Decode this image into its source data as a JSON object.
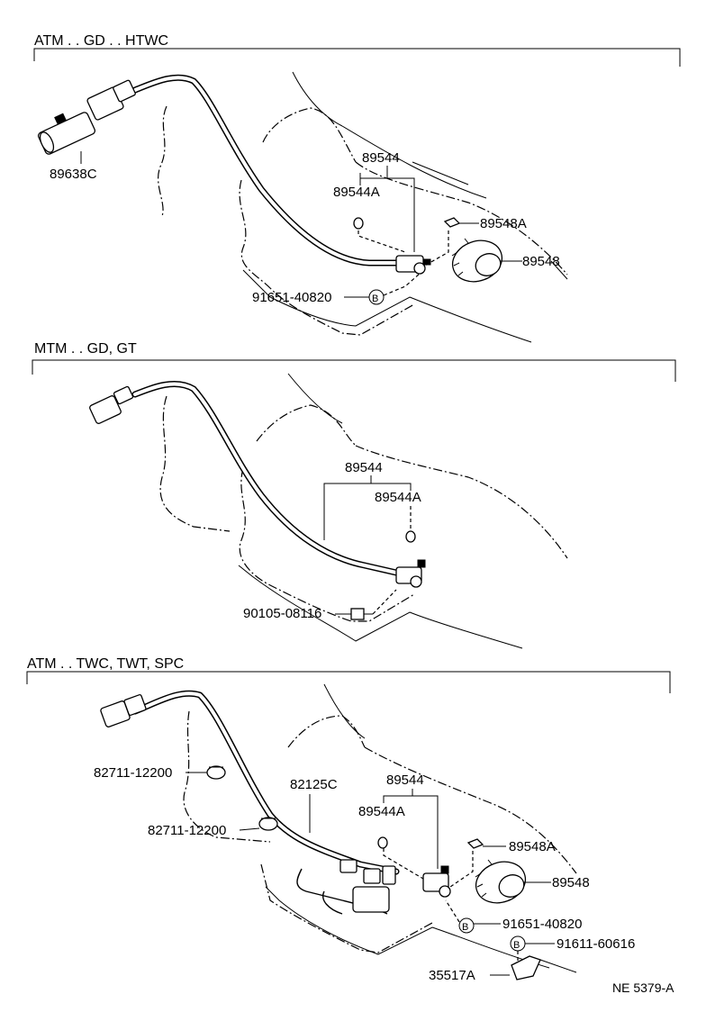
{
  "footer": {
    "code": "NE 5379-A"
  },
  "sections": [
    {
      "title": "ATM . . GD . . HTWC",
      "labels": {
        "connector": "89638C",
        "sensor": "89544",
        "oring": "89544A",
        "clip": "89548A",
        "gear": "89548",
        "bolt": "91651-40820",
        "bolt_symbol": "B"
      }
    },
    {
      "title": "MTM . . GD, GT",
      "labels": {
        "sensor": "89544",
        "oring": "89544A",
        "bolt": "90105-08116"
      }
    },
    {
      "title": "ATM . . TWC, TWT, SPC",
      "labels": {
        "clamp1": "82711-12200",
        "clamp2": "82711-12200",
        "harness": "82125C",
        "sensor": "89544",
        "oring": "89544A",
        "clip": "89548A",
        "gear": "89548",
        "bolt1": "91651-40820",
        "bolt1_symbol": "B",
        "bolt2": "91611-60616",
        "bolt2_symbol": "B",
        "bracket": "35517A"
      }
    }
  ]
}
